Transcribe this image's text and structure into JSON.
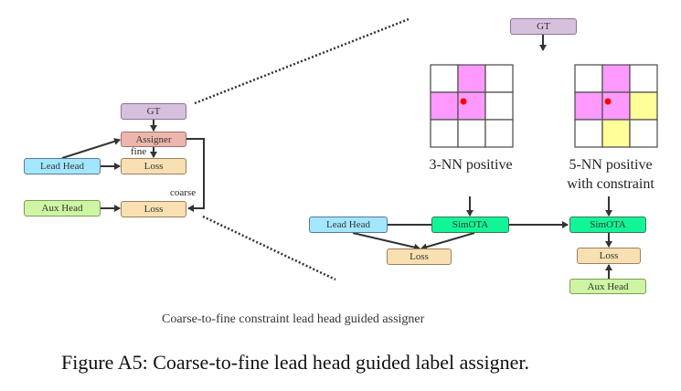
{
  "left_diagram": {
    "gt": "GT",
    "assigner": "Assigner",
    "lead_head": "Lead Head",
    "aux_head": "Aux Head",
    "loss_fine": "Loss",
    "loss_coarse": "Loss",
    "fine_label": "fine",
    "coarse_label": "coarse"
  },
  "right_diagram": {
    "gt": "GT",
    "grid_3nn": {
      "label": "3-NN positive",
      "positive_cells": [
        [
          0,
          1
        ],
        [
          1,
          0
        ],
        [
          1,
          1
        ]
      ],
      "constraint_cells": []
    },
    "grid_5nn": {
      "label_line1": "5-NN positive",
      "label_line2": "with constraint",
      "positive_cells": [
        [
          0,
          1
        ],
        [
          1,
          0
        ],
        [
          1,
          1
        ]
      ],
      "constraint_cells": [
        [
          1,
          2
        ],
        [
          2,
          1
        ]
      ]
    },
    "lead_head": "Lead Head",
    "simota_left": "SimOTA",
    "simota_right": "SimOTA",
    "loss_left": "Loss",
    "loss_right": "Loss",
    "aux_head": "Aux Head"
  },
  "colors": {
    "positive_cell": "#ff99ff",
    "constraint_cell": "#ffff99",
    "center_dot": "#ff0000"
  },
  "subcaption": "Coarse-to-fine constraint lead head guided assigner",
  "caption": "Figure A5: Coarse-to-fine lead head guided label assigner."
}
